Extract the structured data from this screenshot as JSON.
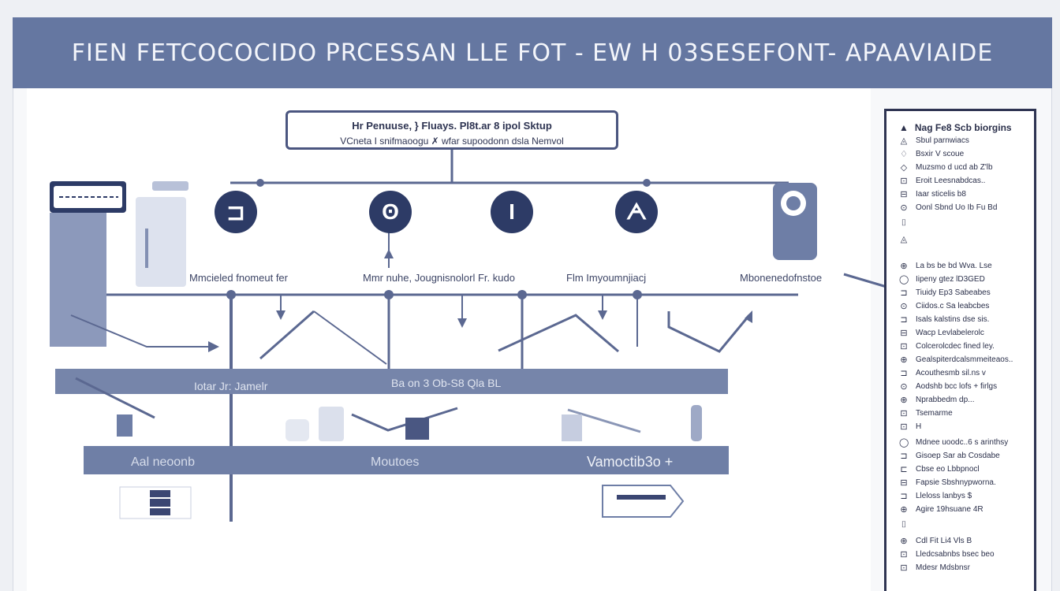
{
  "title": "FIEN FETCOCOCIDO PRCESSAN LLE FOT - EW H 03SESEFONT- APAAVIAIDE",
  "subtitle": {
    "line1": "Hr  Penuuse,  }  Fluays.  Pl8t.ar 8  ipol  Sktup",
    "line2": "VCneta I snifmaoogu ✗ wfar  supoodonn dsla Nemvol"
  },
  "nodes": [
    {
      "label": "Mmcieled fnomeut fer",
      "icon": "stage-icon",
      "glyph": ""
    },
    {
      "label": "",
      "icon": "stage-1-icon",
      "glyph": "⊐"
    },
    {
      "label": "Mmr nuhe, Jougnisnolorl Fr. kudo",
      "icon": "stage-2-icon",
      "glyph": "ʘ"
    },
    {
      "label": "",
      "icon": "stage-3-icon",
      "glyph": "I"
    },
    {
      "label": "Flm Imyoumnjiacj",
      "icon": "stage-4-icon",
      "glyph": "ᗅ"
    },
    {
      "label": "Mbonenedofnstoe",
      "icon": "stage-5-icon",
      "glyph": ""
    }
  ],
  "bands": {
    "upper": {
      "left": "Iotar  Jr: Jamelr",
      "center": "Ba  on 3 Ob-S8 Qla     BL"
    },
    "lower": {
      "left": "Aal  neoonb",
      "center": "Moutoes",
      "right": "Vamoctib3o +"
    }
  },
  "panel": {
    "heading": "Nag  Fe8  Scb  biorgins",
    "items": [
      {
        "icon": "◬",
        "text": "Sbul  parnwiacs"
      },
      {
        "icon": "♢",
        "text": "Bsxir V scoue"
      },
      {
        "icon": "◇",
        "text": "Muzsmo  d  ucd ab  Z'lb"
      },
      {
        "icon": "⊡",
        "text": "Eroit  Leesnabdcas.."
      },
      {
        "icon": "⊟",
        "text": "Iaar  sticelis  b8"
      },
      {
        "icon": "⊙",
        "text": "Oonl  Sbnd  Uo  Ib  Fu  Bd"
      },
      {
        "icon": "⌷",
        "text": ""
      },
      {
        "icon": "◬",
        "text": ""
      },
      {
        "icon": "⊕",
        "text": "La  bs  be  bd  Wva.  Lse"
      },
      {
        "icon": "◯",
        "text": "Iipeny  gtez  lD3GED"
      },
      {
        "icon": "⊐",
        "text": "Tiuidy  Ep3  Sabeabes"
      },
      {
        "icon": "⊙",
        "text": "Ciidos.c  Sa  leabcbes"
      },
      {
        "icon": "⊐",
        "text": "Isals  kalstins  dse  sis."
      },
      {
        "icon": "⊟",
        "text": "Wacp  Levlabelerolc"
      },
      {
        "icon": "⊡",
        "text": "Colcerolcdec  fined  ley."
      },
      {
        "icon": "⊕",
        "text": "Gealspiterdcalsmmeiteaos.."
      },
      {
        "icon": "⊐",
        "text": "Acouthesmb  sil.ns  v"
      },
      {
        "icon": "⊙",
        "text": "Aodshb  bcc  lofs  +  firlgs"
      },
      {
        "icon": "⊕",
        "text": "Nprabbedm  dp..."
      },
      {
        "icon": "⊡",
        "text": "Tsemarme"
      },
      {
        "icon": "⊡",
        "text": "H"
      },
      {
        "icon": "◯",
        "text": "Mdnee  uoodc..6  s  arinthsy"
      },
      {
        "icon": "⊐",
        "text": "Gisoep  Sar  ab  Cosdabe"
      },
      {
        "icon": "⊏",
        "text": "Cbse  eo  Lbbpnocl"
      },
      {
        "icon": "⊟",
        "text": "Fapsie  Sbshnypworna."
      },
      {
        "icon": "⊐",
        "text": "Lleloss  lanbys  $"
      },
      {
        "icon": "⊕",
        "text": "Agire  19hsuane  4R"
      },
      {
        "icon": "⌷",
        "text": ""
      },
      {
        "icon": "⊕",
        "text": "Cdl  Fit  Li4  Vls  B"
      },
      {
        "icon": "⊡",
        "text": "Lledcsabnbs  bsec  beo"
      },
      {
        "icon": "⊡",
        "text": "Mdesr  Mdsbnsr"
      }
    ]
  },
  "colors": {
    "header": "#6577a1",
    "node": "#2d3b66",
    "band": "#7685aa",
    "line": "#5b6891"
  }
}
